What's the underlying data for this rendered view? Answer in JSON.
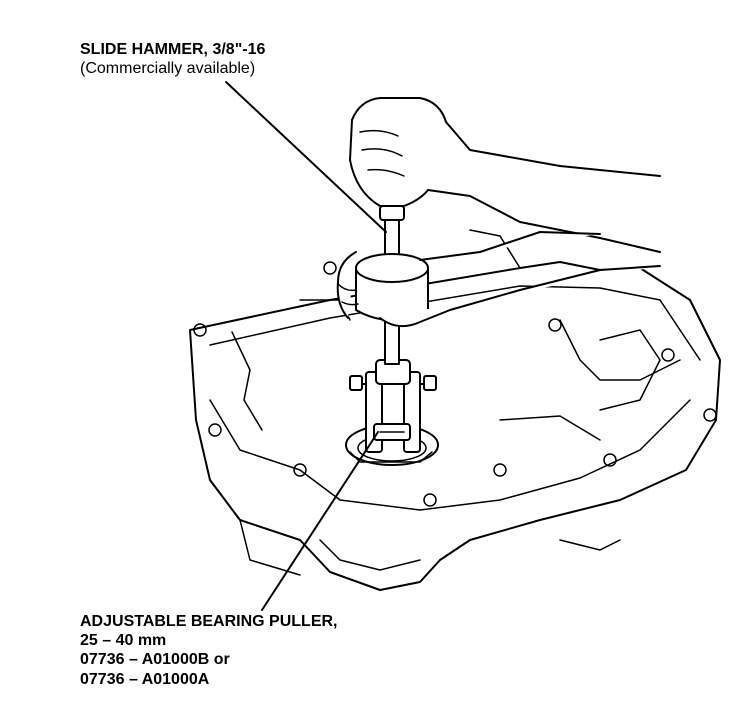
{
  "callouts": {
    "slide_hammer": {
      "title": "SLIDE HAMMER, 3/8\"-16",
      "note": "(Commercially available)"
    },
    "bearing_puller": {
      "title": "ADJUSTABLE BEARING PULLER,",
      "size": "25 – 40 mm",
      "part_1": "07736 – A01000B or",
      "part_2": "07736 – A01000A"
    }
  },
  "colors": {
    "ink": "#000000",
    "paper": "#ffffff"
  }
}
